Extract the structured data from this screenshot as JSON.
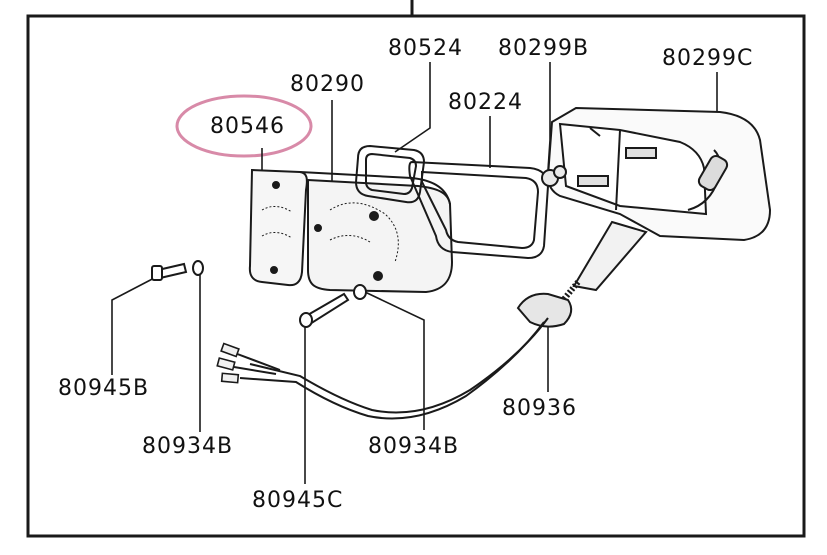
{
  "diagram": {
    "highlight_color": "#d88aa8",
    "line_color": "#1a1a1a",
    "parts": [
      {
        "id": "p1",
        "label": "80524"
      },
      {
        "id": "p2",
        "label": "80299B"
      },
      {
        "id": "p3",
        "label": "80299C"
      },
      {
        "id": "p4",
        "label": "80290"
      },
      {
        "id": "p5",
        "label": "80224"
      },
      {
        "id": "p6",
        "label": "80546",
        "highlighted": true
      },
      {
        "id": "p7",
        "label": "80945B"
      },
      {
        "id": "p8",
        "label": "80934B"
      },
      {
        "id": "p9",
        "label": "80936"
      },
      {
        "id": "p10",
        "label": "80934B"
      },
      {
        "id": "p11",
        "label": "80945C"
      }
    ]
  }
}
